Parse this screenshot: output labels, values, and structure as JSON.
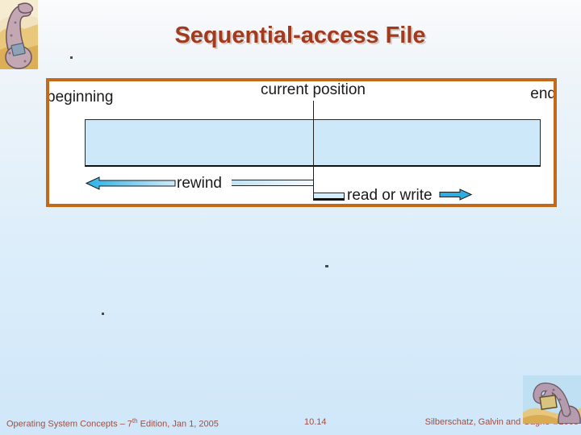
{
  "slide": {
    "title": "Sequential-access File"
  },
  "diagram": {
    "label_beginning": "beginning",
    "label_current_position": "current position",
    "label_end": "end",
    "label_rewind": "rewind",
    "label_read_or_write": "read or write"
  },
  "footer": {
    "left_pre": "Operating System Concepts – 7",
    "left_sup": "th",
    "left_post": " Edition, Jan 1, 2005",
    "page_number": "10.14",
    "right": "Silberschatz, Galvin and Gagne ©2005"
  },
  "icons": {
    "top_left": "dinosaur-reading-logo",
    "bottom_right": "dinosaur-reading-logo",
    "rewind_arrow": "left-arrow",
    "read_write_arrow": "right-arrow"
  },
  "colors": {
    "title_text": "#a23a1e",
    "diagram_border": "#c2691a",
    "tape_fill": "#cde9f9",
    "arrow_cyan": "#2ab0e6",
    "footer_text": "#9e4f43",
    "background_top": "#fafbfc",
    "background_bottom": "#cfe7f9"
  }
}
